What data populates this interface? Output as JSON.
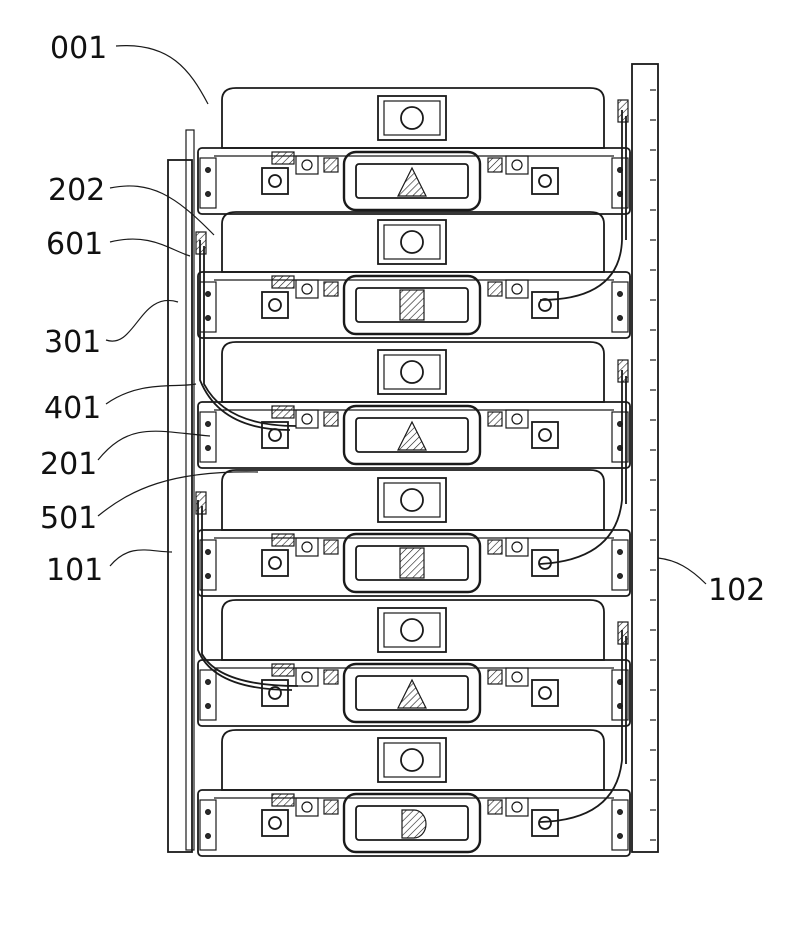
{
  "diagram": {
    "labels": {
      "l001": "001",
      "l202": "202",
      "l601": "601",
      "l301": "301",
      "l401": "401",
      "l201": "201",
      "l501": "501",
      "l101": "101",
      "l102": "102"
    }
  }
}
